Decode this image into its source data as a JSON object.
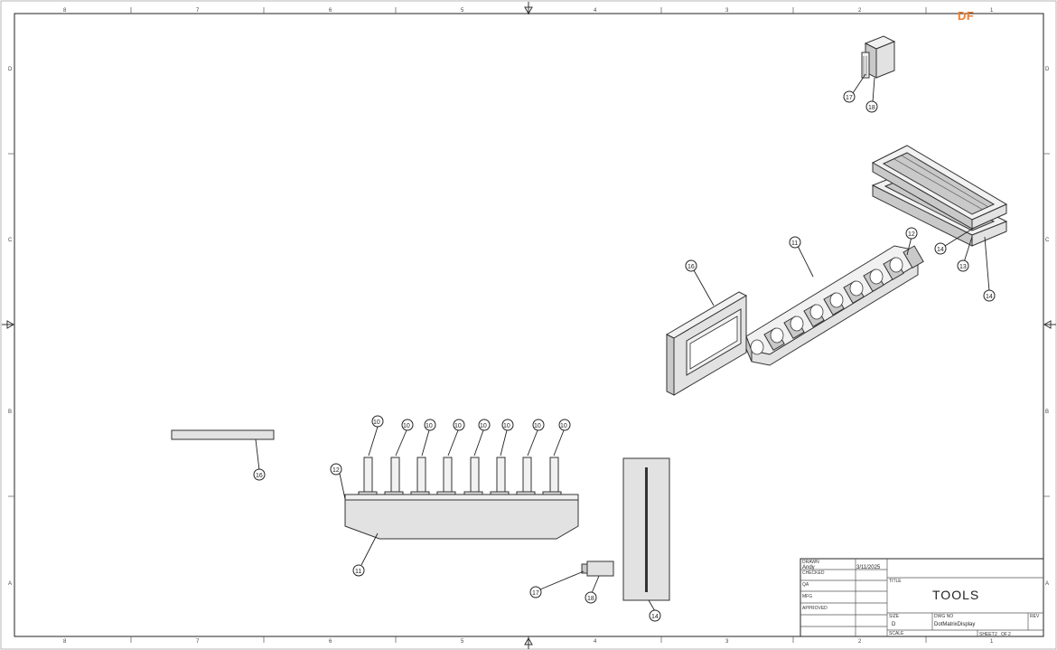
{
  "logo": {
    "text": "DF"
  },
  "border_zones": {
    "columns": [
      "8",
      "7",
      "6",
      "5",
      "4",
      "3",
      "2",
      "1"
    ],
    "rows": [
      "D",
      "C",
      "B",
      "A"
    ]
  },
  "balloons": [
    "10",
    "11",
    "12",
    "13",
    "14",
    "16",
    "17",
    "18"
  ],
  "title_block": {
    "drawn_label": "DRAWN",
    "drawn_by": "Andy",
    "drawn_date": "3/11/2025",
    "checked_label": "CHECKED",
    "qa_label": "QA",
    "mfg_label": "MFG",
    "approved_label": "APPROVED",
    "title_label": "TITLE",
    "title": "TOOLS",
    "size_label": "SIZE",
    "size": "D",
    "dwg_no_label": "DWG NO",
    "dwg_no": "DotMatrixDisplay",
    "rev_label": "REV",
    "scale_label": "SCALE",
    "sheet_label": "SHEET",
    "sheet_number": "2",
    "sheet_of": "OF",
    "sheet_total": "2"
  },
  "colors": {
    "logo": "#f07c2b",
    "part_fill": "#e2e2e2",
    "line": "#333333"
  }
}
